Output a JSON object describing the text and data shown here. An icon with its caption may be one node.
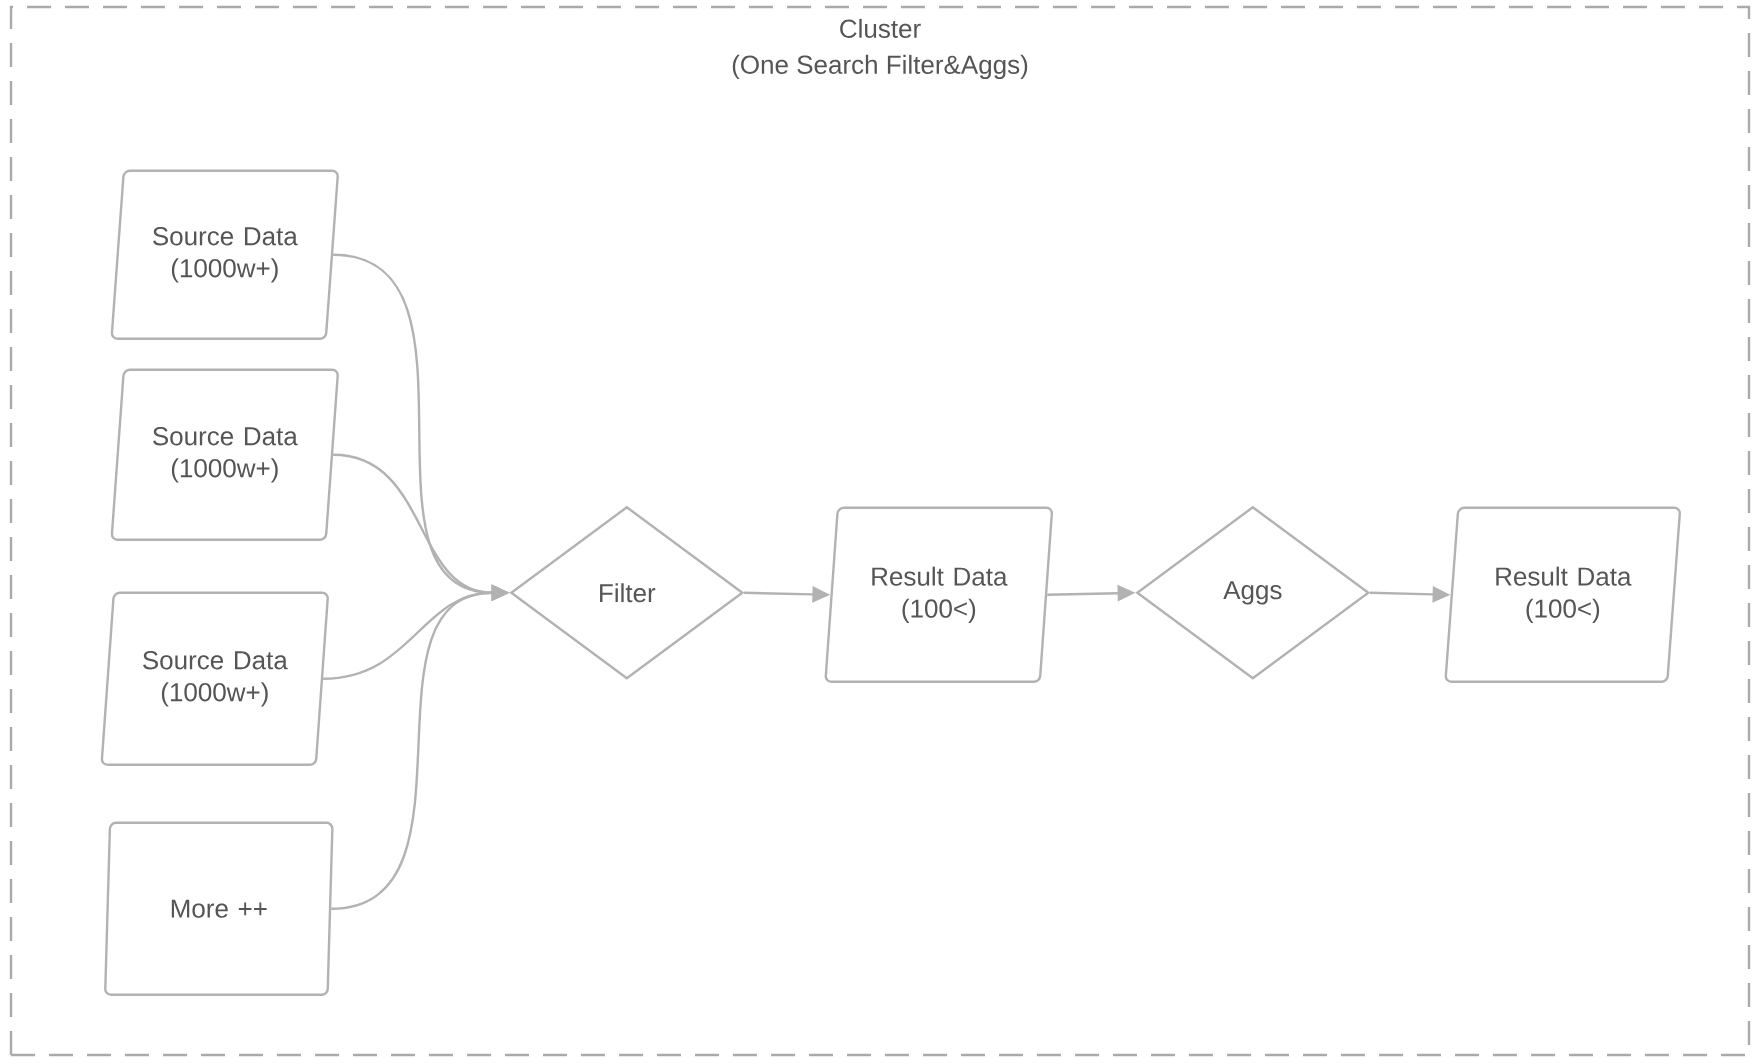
{
  "diagram": {
    "nodes": [
      {
        "text": [
          "Cluster",
          "(One Search Filter&Aggs)"
        ]
      },
      {
        "text": [
          "Source Data (1000w+)"
        ],
        "in": 0
      },
      {
        "text": [
          "Source Data (1000w+)"
        ],
        "in": 0
      },
      {
        "text": [
          "Source Data (1000w+)"
        ],
        "in": 0
      },
      {
        "text": [
          "More ++"
        ],
        "in": 0
      },
      {
        "text": [
          "Filter"
        ],
        "in": 0
      },
      {
        "text": [
          "Result Data (100<)"
        ],
        "in": 0
      },
      {
        "text": [
          "Aggs"
        ],
        "in": 0
      },
      {
        "text": [
          "Result Data (100<)"
        ],
        "in": 0
      }
    ],
    "edges": [
      {
        "from": 1,
        "to": 5,
        "arrow": "to"
      },
      {
        "from": 2,
        "to": 5,
        "arrow": "to"
      },
      {
        "from": 3,
        "to": 5,
        "arrow": "to"
      },
      {
        "from": 4,
        "to": 5,
        "arrow": "to"
      },
      {
        "from": 5,
        "to": 6,
        "arrow": "to"
      },
      {
        "from": 6,
        "to": 7,
        "arrow": "to"
      },
      {
        "from": 7,
        "to": 8,
        "arrow": "to"
      }
    ]
  }
}
